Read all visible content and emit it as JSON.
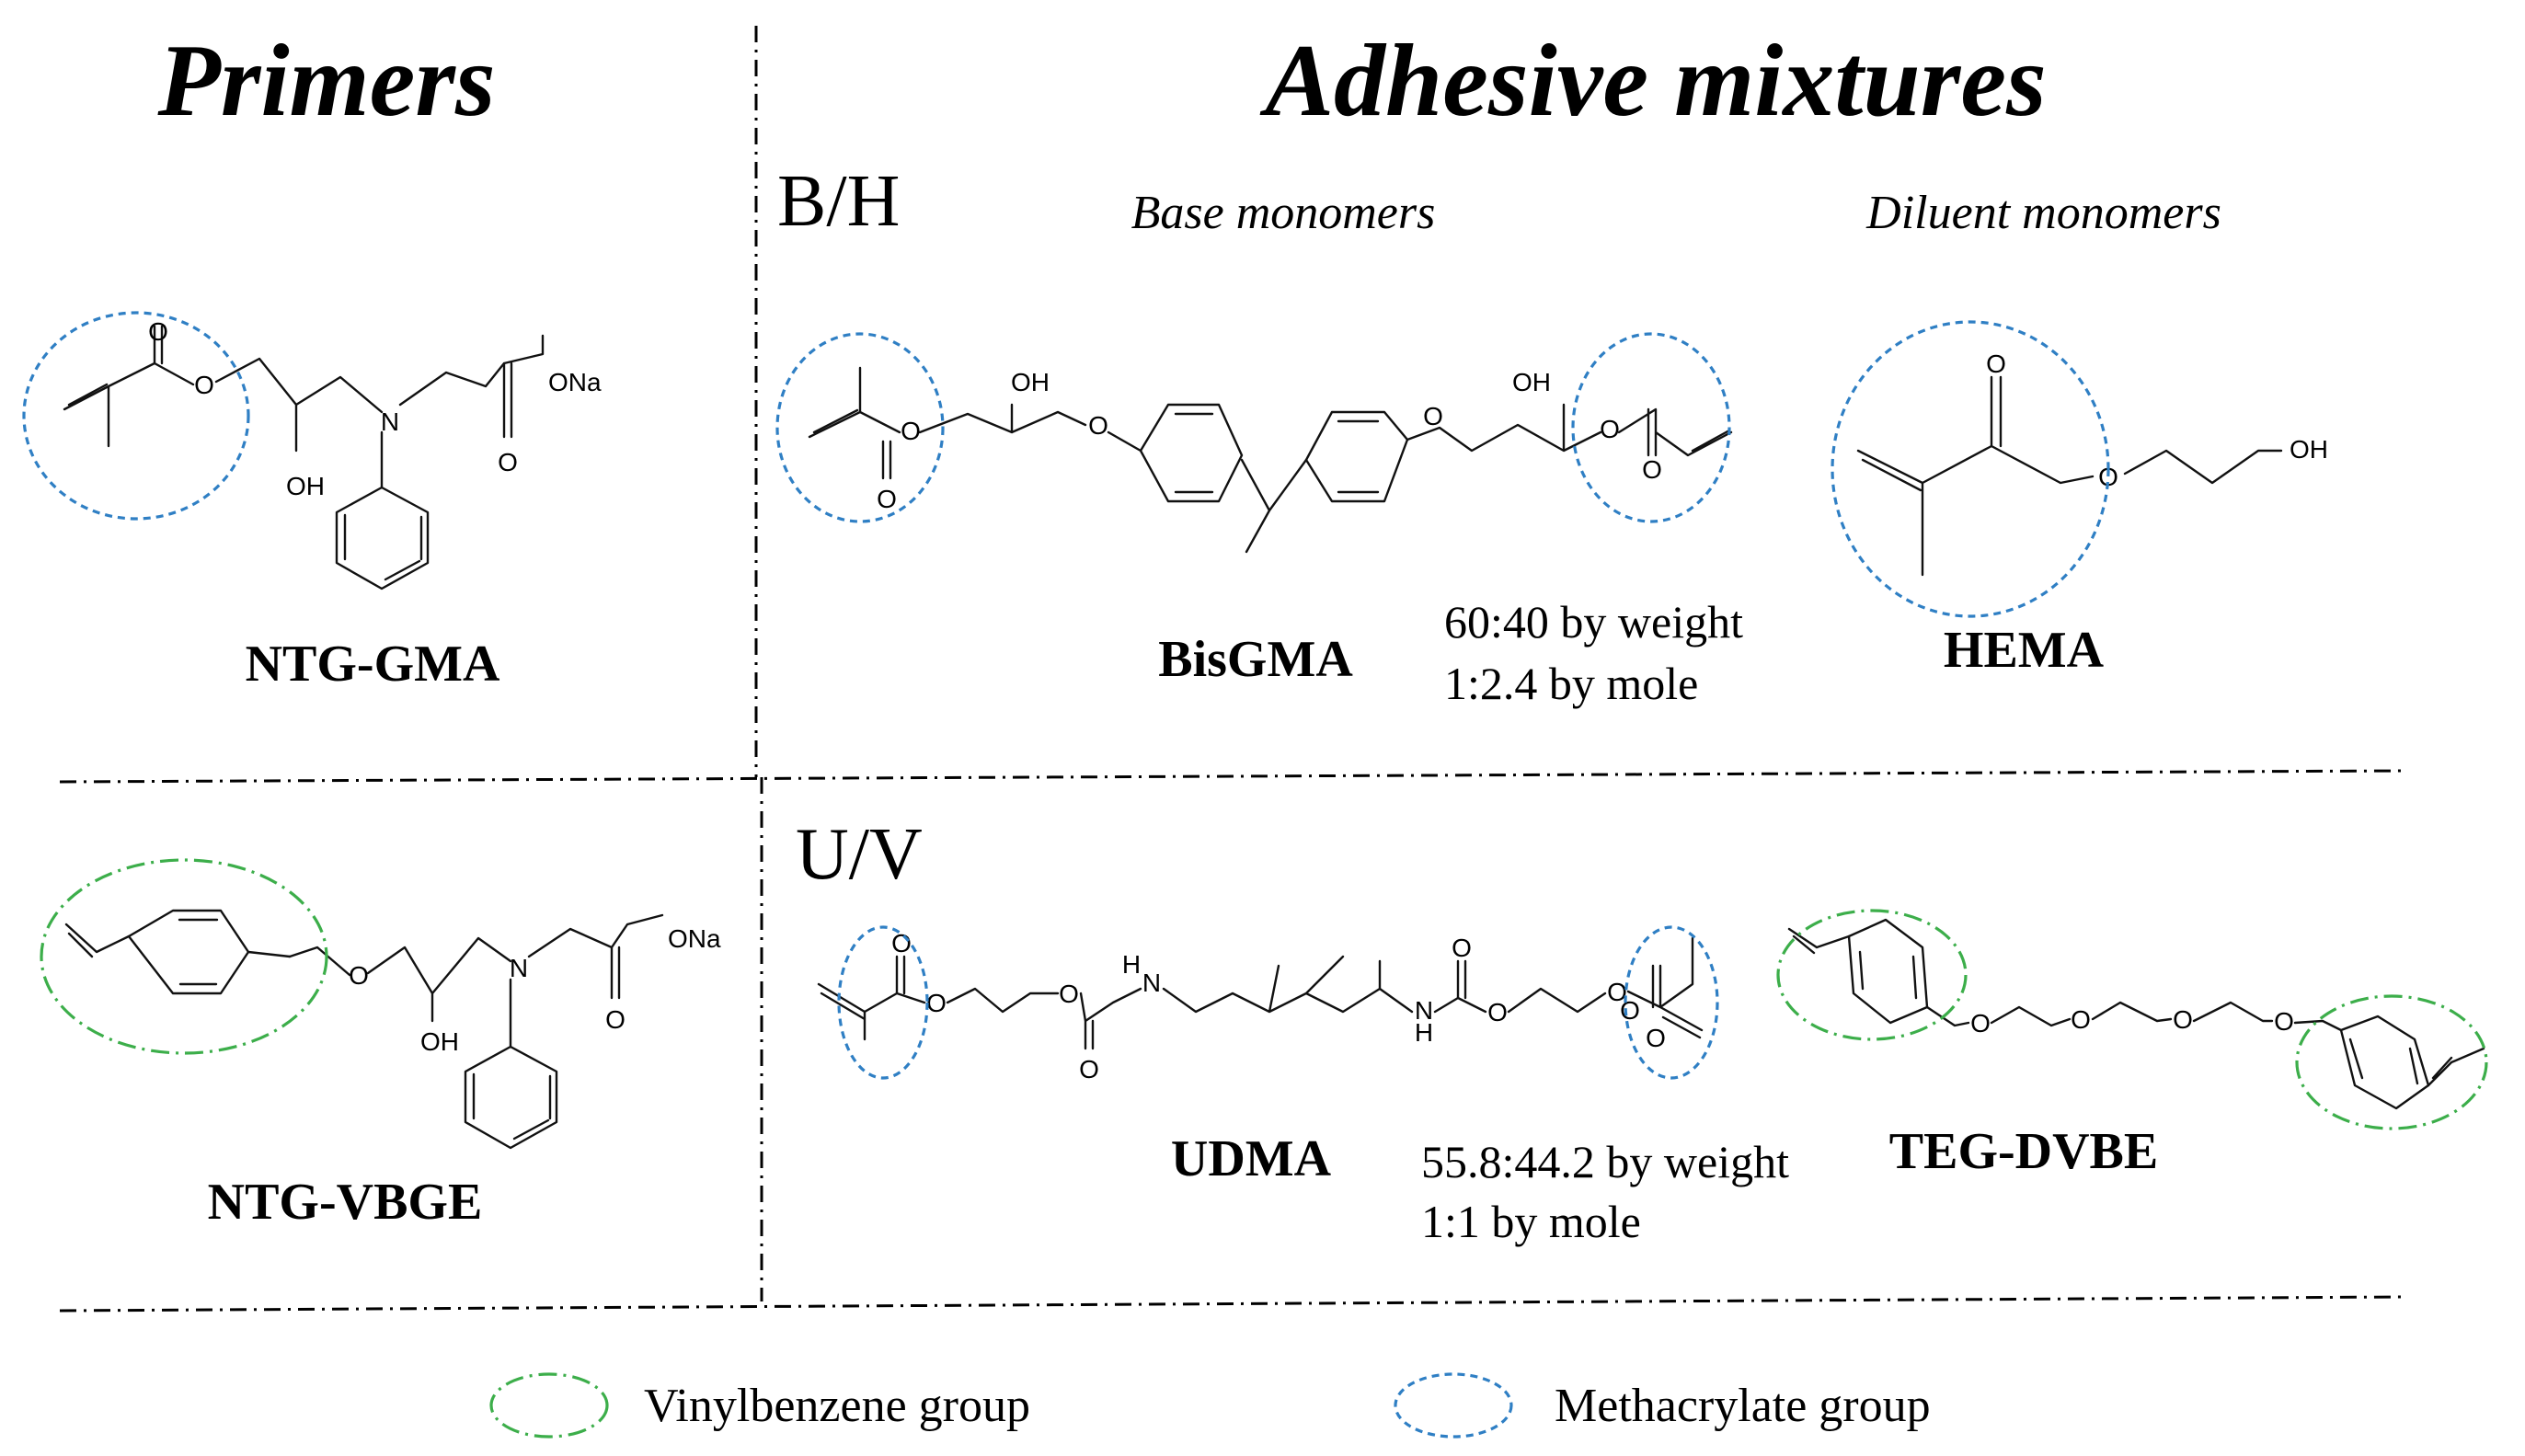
{
  "headings": {
    "primers": "Primers",
    "adhesive_mixtures": "Adhesive mixtures"
  },
  "panels": {
    "bh": "B/H",
    "uv": "U/V"
  },
  "subheadings": {
    "base_monomers": "Base monomers",
    "diluent_monomers": "Diluent monomers"
  },
  "molecules": {
    "ntg_gma": {
      "name": "NTG-GMA",
      "labels": {
        "o_carbonyl": "O",
        "o_ester": "O",
        "n": "N",
        "ona": "ONa",
        "o_acid": "O",
        "oh": "OH"
      }
    },
    "ntg_vbge": {
      "name": "NTG-VBGE",
      "labels": {
        "o_ether": "O",
        "n": "N",
        "ona": "ONa",
        "o_acid": "O",
        "oh": "OH"
      }
    },
    "bisgma": {
      "name": "BisGMA",
      "labels": {
        "o_ester_l": "O",
        "o_carbonyl_l": "O",
        "oh_l": "OH",
        "o_ether_l": "O",
        "o_ether_r": "O",
        "oh_r": "OH",
        "o_ester_r": "O",
        "o_carbonyl_r": "O"
      }
    },
    "hema": {
      "name": "HEMA",
      "labels": {
        "o_carbonyl": "O",
        "o_ester": "O",
        "oh": "OH"
      }
    },
    "udma": {
      "name": "UDMA",
      "labels": {
        "o_carbonyl_l": "O",
        "o_ester_l": "O",
        "o_1": "O",
        "o_2": "O",
        "nh_l": "H",
        "n_l": "N",
        "o_3": "O",
        "o_4": "O",
        "nh_r": "N",
        "h_r": "H",
        "o_5": "O",
        "o_ester_r": "O",
        "o_carbonyl_r": "O"
      }
    },
    "teg_dvbe": {
      "name": "TEG-DVBE",
      "labels": {
        "o1": "O",
        "o2": "O",
        "o3": "O",
        "o4": "O"
      }
    }
  },
  "ratios": {
    "bh": {
      "weight": "60:40 by weight",
      "mole": "1:2.4 by mole"
    },
    "uv": {
      "weight": "55.8:44.2 by weight",
      "mole": "1:1 by mole"
    }
  },
  "legend": [
    {
      "key": "vinylbenzene",
      "label": "Vinylbenzene group",
      "color": "#3cae4a"
    },
    {
      "key": "methacrylate",
      "label": "Methacrylate group",
      "color": "#2f7fc4"
    }
  ],
  "colors": {
    "methacrylate_outline": "#2f7fc4",
    "vinylbenzene_outline": "#3cae4a",
    "text": "#000000"
  }
}
